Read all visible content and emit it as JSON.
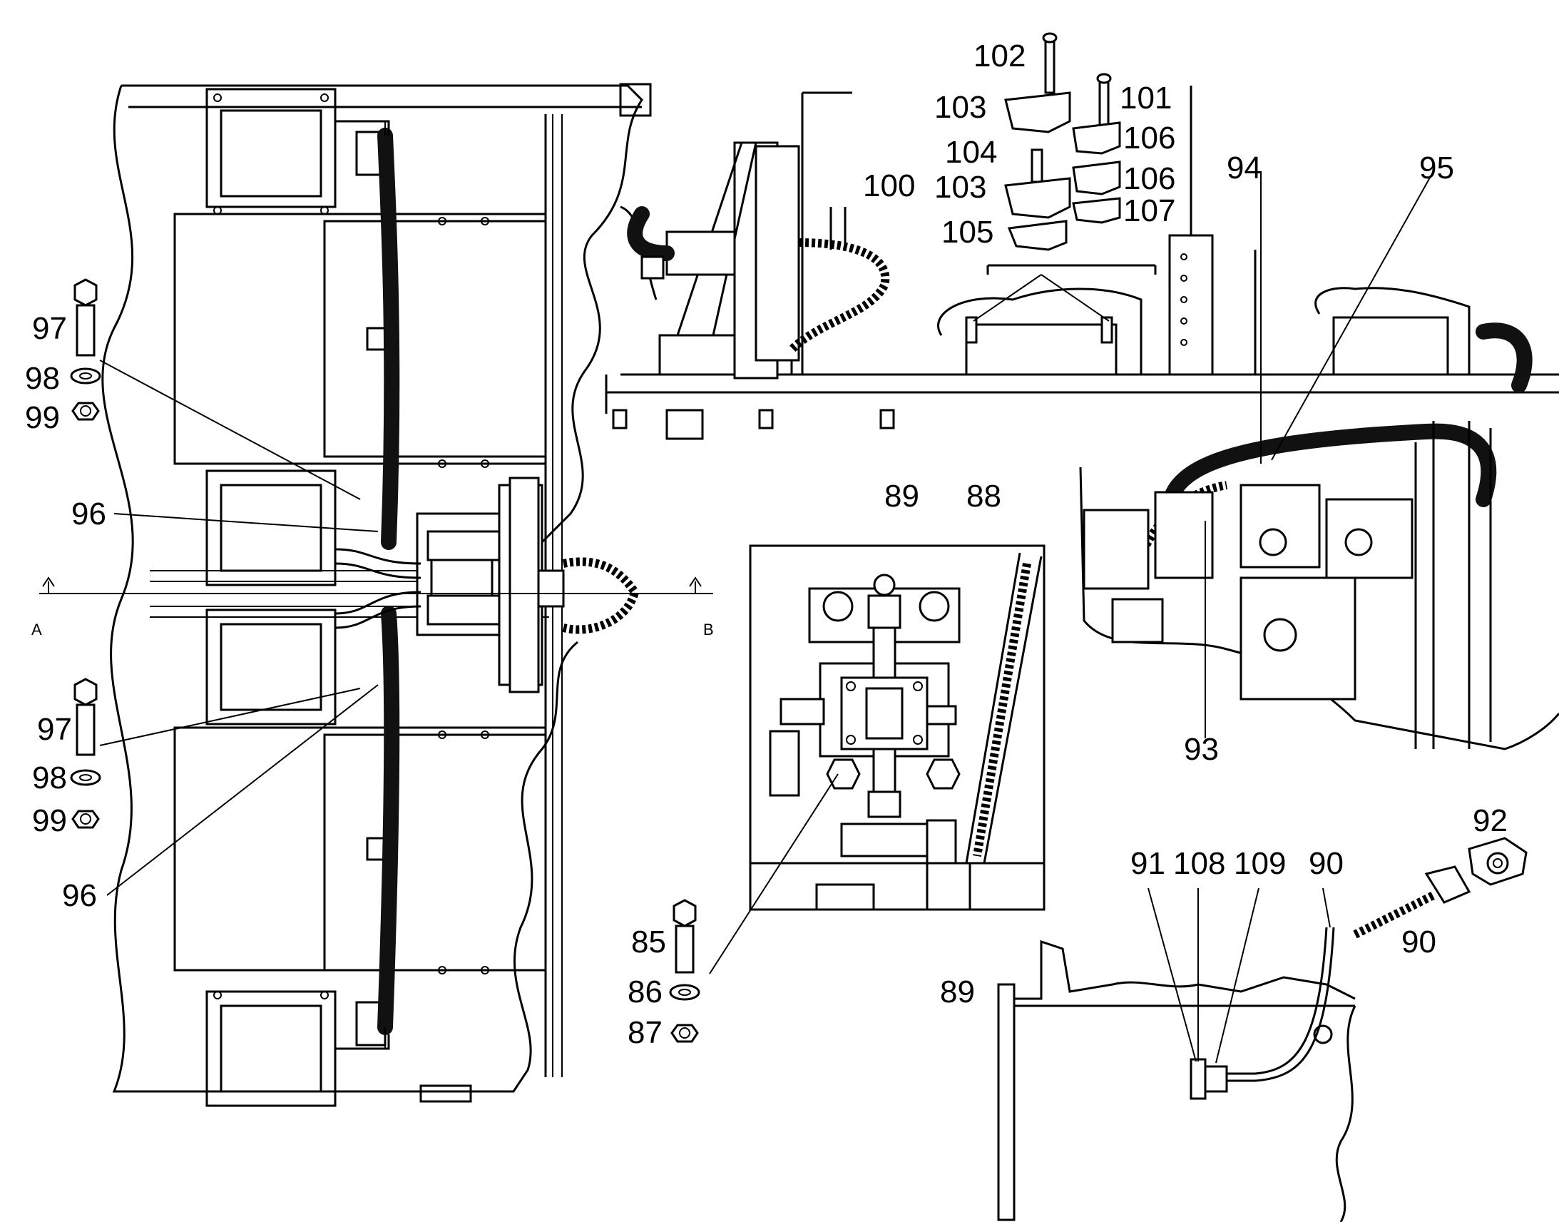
{
  "diagram": {
    "section_marks": {
      "left": "A",
      "right": "B"
    },
    "callouts": {
      "c102": "102",
      "c103a": "103",
      "c104": "104",
      "c103b": "103",
      "c105": "105",
      "c101": "101",
      "c106a": "106",
      "c106b": "106",
      "c107": "107",
      "c100": "100",
      "c94": "94",
      "c95": "95",
      "c93": "93",
      "c97a": "97",
      "c98a": "98",
      "c99a": "99",
      "c96a": "96",
      "c97b": "97",
      "c98b": "98",
      "c99b": "99",
      "c96b": "96",
      "c89a": "89",
      "c88": "88",
      "c89b": "89",
      "c85": "85",
      "c86": "86",
      "c87": "87",
      "c91": "91",
      "c108": "108",
      "c109": "109",
      "c90a": "90",
      "c92": "92",
      "c90b": "90"
    }
  },
  "colors": {
    "line": "#000000",
    "hose": "#111111",
    "background": "#ffffff"
  }
}
